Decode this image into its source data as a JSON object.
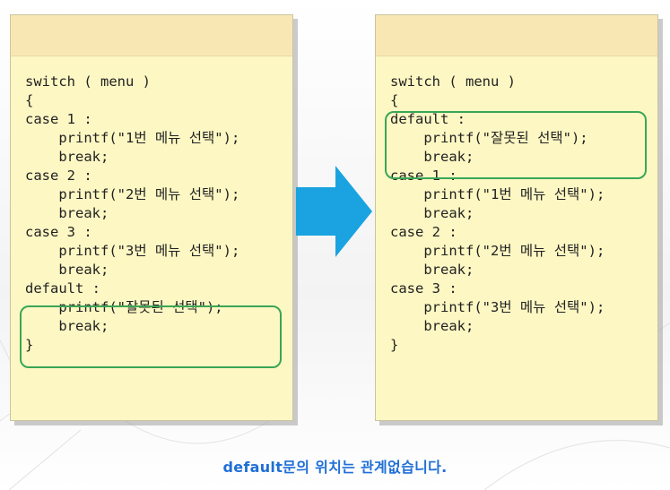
{
  "left_panel": {
    "lines": [
      "switch ( menu )",
      "{",
      "case 1 :",
      "    printf(\"1번 메뉴 선택\");",
      "    break;",
      "case 2 :",
      "    printf(\"2번 메뉴 선택\");",
      "    break;",
      "case 3 :",
      "    printf(\"3번 메뉴 선택\");",
      "    break;",
      "default :",
      "    printf(\"잘못된 선택\");",
      "    break;",
      "}"
    ]
  },
  "right_panel": {
    "lines": [
      "switch ( menu )",
      "{",
      "default :",
      "    printf(\"잘못된 선택\");",
      "    break;",
      "case 1 :",
      "    printf(\"1번 메뉴 선택\");",
      "    break;",
      "case 2 :",
      "    printf(\"2번 메뉴 선택\");",
      "    break;",
      "case 3 :",
      "    printf(\"3번 메뉴 선택\");",
      "    break;",
      "}"
    ]
  },
  "caption": "default문의 위치는 관계없습니다.",
  "colors": {
    "panel_bg": "#fdf7c3",
    "panel_header": "#f8e7b2",
    "highlight_border": "#3aa657",
    "arrow": "#1aa3e0",
    "caption": "#1f6fd6"
  }
}
